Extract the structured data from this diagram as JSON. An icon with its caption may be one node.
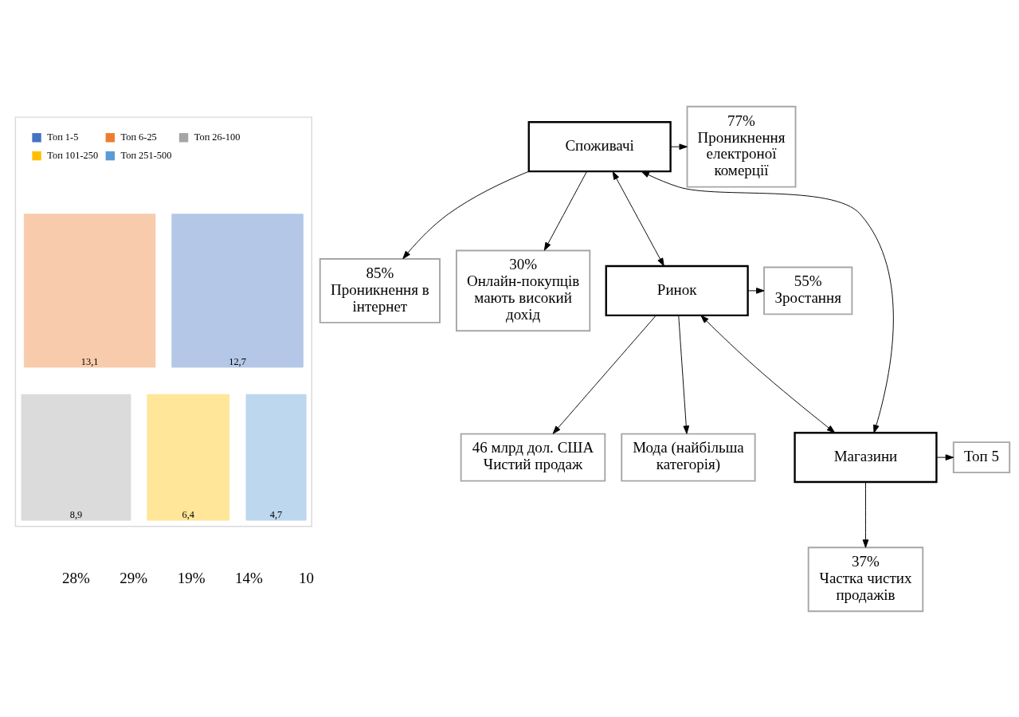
{
  "diagram": {
    "nodes": [
      {
        "text": [],
        "shape": "box"
      },
      {
        "text": [
          "13,1"
        ],
        "in": 0
      },
      {
        "text": [
          "12,7"
        ],
        "in": 0
      },
      {
        "text": [
          "8,9"
        ],
        "in": 0
      },
      {
        "text": [
          "6,4"
        ],
        "in": 0
      },
      {
        "text": [
          "4,7"
        ],
        "in": 0
      },
      {
        "text": [
          "Споживачі"
        ]
      },
      {
        "text": [
          "77%",
          "Проникнення електроної комерції"
        ]
      },
      {
        "text": [
          "85%",
          "Проникнення в інтернет"
        ]
      },
      {
        "text": [
          "30%",
          "Онлайн-покупців мають високий дохід"
        ]
      },
      {
        "text": [
          "Ринок"
        ]
      },
      {
        "text": [
          "55%",
          "Зростання"
        ]
      },
      {
        "text": [
          "46 млрд дол. США",
          "Чистий продаж"
        ]
      },
      {
        "text": [
          "Мода (найбільша категорія)"
        ]
      },
      {
        "text": [
          "Магазини"
        ]
      },
      {
        "text": [
          "Топ 5"
        ]
      },
      {
        "text": [
          "37%",
          "Частка чистих продажів"
        ]
      }
    ],
    "edges": [
      {
        "from": 6,
        "to": 7,
        "arrow": "to"
      },
      {
        "from": 6,
        "to": 8,
        "arrow": "to"
      },
      {
        "from": 6,
        "to": 9,
        "arrow": "to"
      },
      {
        "from": 6,
        "to": 10,
        "arrow": "both"
      },
      {
        "from": 6,
        "to": 14,
        "arrow": "both"
      },
      {
        "from": 10,
        "to": 11,
        "arrow": "to"
      },
      {
        "from": 10,
        "to": 12,
        "arrow": "to"
      },
      {
        "from": 10,
        "to": 13,
        "arrow": "to"
      },
      {
        "from": 10,
        "to": 14,
        "arrow": "both"
      },
      {
        "from": 14,
        "to": 15,
        "arrow": "to"
      },
      {
        "from": 14,
        "to": 16,
        "arrow": "to"
      }
    ],
    "labels": [
      "28%",
      "29%",
      "19%",
      "14%",
      "10"
    ],
    "legend": [
      {
        "text": "Топ 1-5",
        "color": "#4472c4"
      },
      {
        "text": "Топ 6-25",
        "color": "#ed7d31"
      },
      {
        "text": "Топ 26-100",
        "color": "#a5a5a5"
      },
      {
        "text": "Топ 101-250",
        "color": "#ffc000"
      },
      {
        "text": "Топ 251-500",
        "color": "#5b9bd5"
      }
    ]
  }
}
